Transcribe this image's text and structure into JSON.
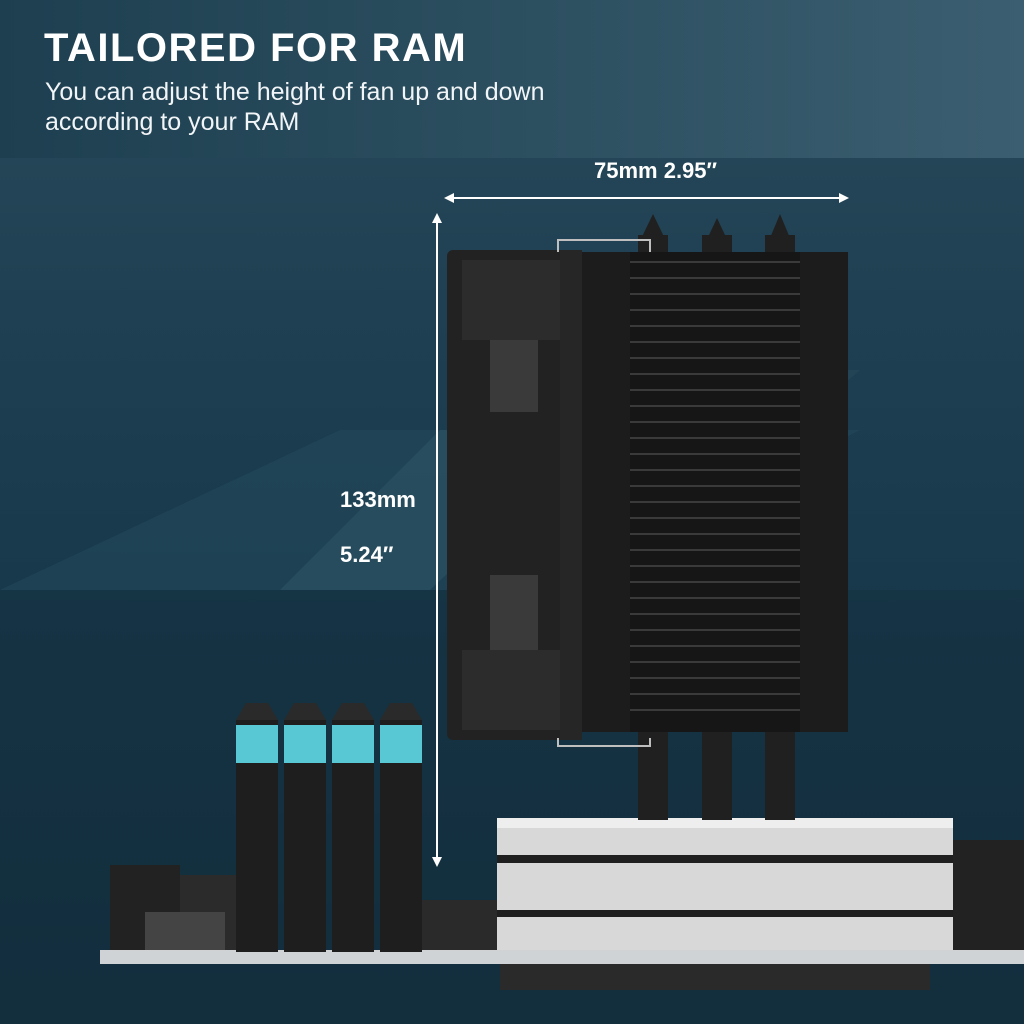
{
  "headline": {
    "title": "TAILORED  FOR RAM",
    "subtitle": "You can adjust the height of fan up and down according to your RAM"
  },
  "dimensions": {
    "width_label": "75mm 2.95″",
    "height_label_mm": "133mm",
    "height_label_in": "5.24″"
  },
  "colors": {
    "background": "#1b3a4c",
    "heatsink": "#1c1c1c",
    "ram_light": "#58c9d4",
    "base_plate": "#d8d8d8"
  },
  "icons": {
    "dimension_arrows": "double-arrow-icon"
  }
}
